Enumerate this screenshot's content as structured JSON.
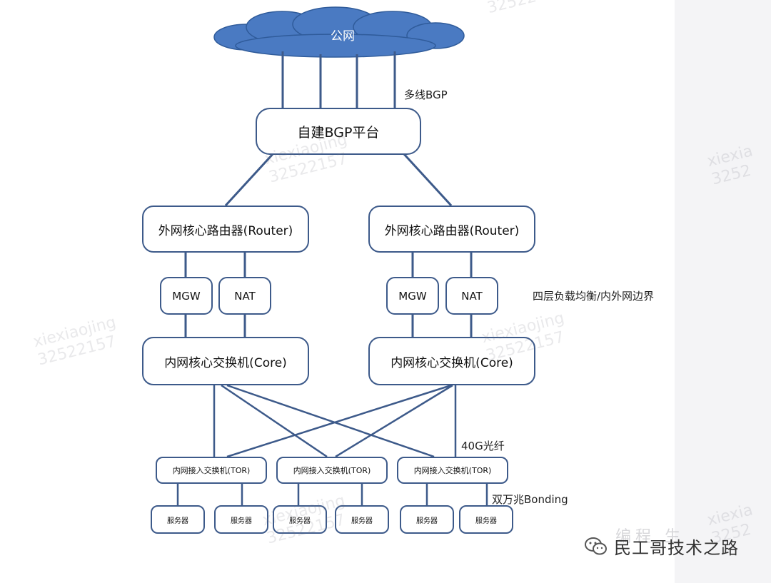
{
  "cloud": {
    "label": "公网"
  },
  "bgp_label": "多线BGP",
  "bgp_platform": "自建BGP平台",
  "routers": [
    "外网核心路由器(Router)",
    "外网核心路由器(Router)"
  ],
  "mgw": [
    "MGW",
    "MGW"
  ],
  "nat": [
    "NAT",
    "NAT"
  ],
  "lb_label": "四层负载均衡/内外网边界",
  "cores": [
    "内网核心交换机(Core)",
    "内网核心交换机(Core)"
  ],
  "fiber_label": "40G光纤",
  "tors": [
    "内网接入交换机(TOR)",
    "内网接入交换机(TOR)",
    "内网接入交换机(TOR)"
  ],
  "bonding_label": "双万兆Bonding",
  "servers": [
    "服务器",
    "服务器",
    "服务器",
    "服务器",
    "服务器",
    "服务器"
  ],
  "brand": {
    "text": "民工哥技术之路",
    "faint": "编程 生"
  },
  "watermarks": [
    "xiexiaojing\n32522157",
    "xiexiaojing\n32522157",
    "xiexiaojing\n32522157",
    "xiexia\n3252",
    "xiexiaojing\n32522157",
    "xiexia\n3252",
    "32522"
  ],
  "colors": {
    "line": "#3d5a8a",
    "cloud": "#4a7ac2",
    "box_border": "#3d5a8a"
  }
}
